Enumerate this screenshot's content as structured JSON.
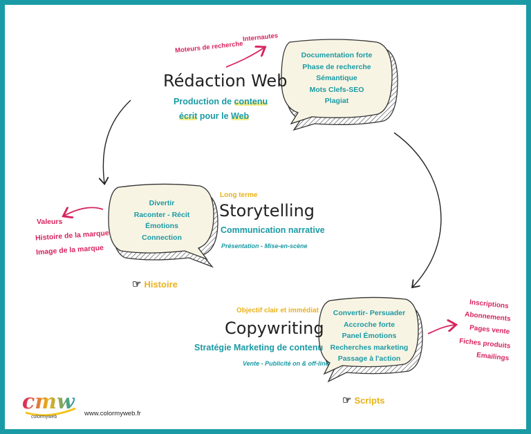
{
  "redaction": {
    "title": "Rédaction Web",
    "subtitle_1a": "Production de ",
    "subtitle_1b": "contenu",
    "subtitle_2a": "écrit",
    "subtitle_2b": " pour le ",
    "subtitle_2c": "Web",
    "bubble_items": [
      "Documentation forte",
      "Phase de recherche",
      "Sémantique",
      "Mots Clefs-SEO",
      "Plagiat"
    ],
    "arrow_labels": [
      "Moteurs de recherche",
      "Internautes"
    ]
  },
  "storytelling": {
    "tag": "Long terme",
    "title": "Storytelling",
    "subtitle": "Communication narrative",
    "note": "Présentation - Mise-en-scène",
    "bubble_items": [
      "Divertir",
      "Raconter - Récit",
      "Émotions",
      "Connection"
    ],
    "side_items": [
      "Valeurs",
      "Histoire de la marque",
      "Image de la marque"
    ],
    "label": "Histoire"
  },
  "copywriting": {
    "tag": "Objectif clair et immédiat",
    "title": "Copywriting",
    "subtitle": "Stratégie Marketing de contenu",
    "note": "Vente - Publicité on & off-line",
    "bubble_items": [
      "Convertir- Persuader",
      "Accroche forte",
      "Panel Émotions",
      "Recherches marketing",
      "Passage à l'action"
    ],
    "side_items": [
      "Inscriptions",
      "Abonnements",
      "Pages vente",
      "Fiches produits",
      "Emailings"
    ],
    "label": "Scripts"
  },
  "footer": {
    "logo_mark": "cmw",
    "logo_text": "colormyweb",
    "url": "www.colormyweb.fr"
  },
  "colors": {
    "teal": "#1a9aa4",
    "pink": "#d7245e",
    "yellow": "#e9b21a",
    "bubble_fill": "#f8f4e3"
  },
  "icons": {
    "pointing_hand": "☞"
  }
}
